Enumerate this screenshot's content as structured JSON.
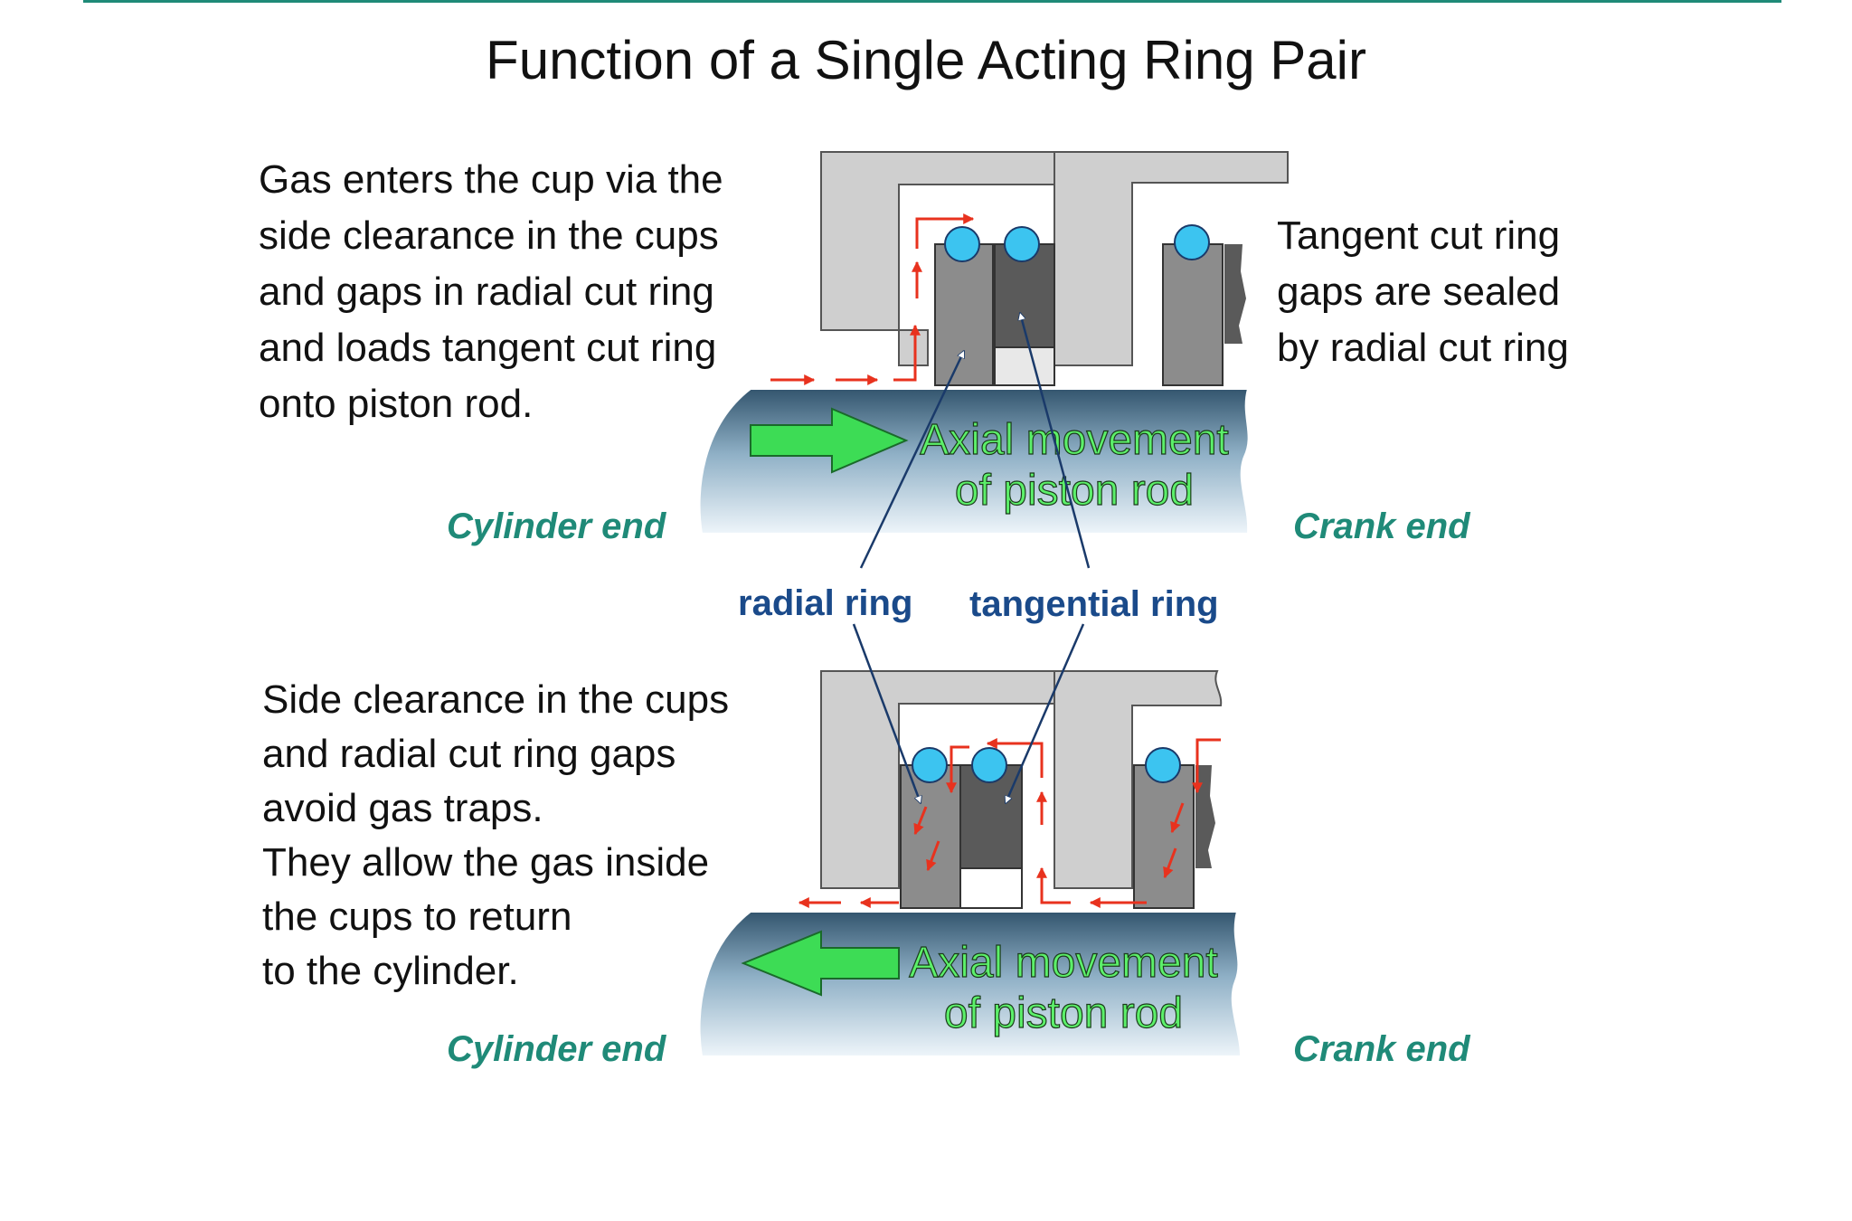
{
  "title": "Function of a Single Acting Ring Pair",
  "top_panel": {
    "description_lines": [
      "Gas enters the cup via the",
      "side clearance in the cups",
      "and gaps in radial cut ring",
      "and loads tangent cut ring",
      "onto piston rod."
    ],
    "note_lines": [
      "Tangent cut ring",
      "gaps are sealed",
      "by radial cut ring"
    ],
    "motion_lines": [
      "Axial movement",
      "of piston rod"
    ],
    "motion_direction": "toward crank end",
    "cylinder_end_label": "Cylinder end",
    "crank_end_label": "Crank end"
  },
  "ring_labels": {
    "radial": "radial ring",
    "tangential": "tangential ring"
  },
  "bottom_panel": {
    "description_lines": [
      "Side clearance in the cups",
      "and radial cut ring gaps",
      "avoid gas traps.",
      "They allow the gas inside",
      "the cups to return",
      "to the cylinder."
    ],
    "motion_lines": [
      "Axial movement",
      "of piston rod"
    ],
    "motion_direction": "toward cylinder end",
    "cylinder_end_label": "Cylinder end",
    "crank_end_label": "Crank end"
  },
  "colors": {
    "accent_teal": "#1f8a78",
    "ring_label_blue": "#1a4a8a",
    "gas_flow_red": "#e8321e",
    "motion_arrow_green": "#3ddc55",
    "garter_spring_blue": "#3cc4f0",
    "cup_gray": "#cfcfcf",
    "radial_ring_gray": "#8c8c8c",
    "tangent_ring_gray": "#5a5a5a"
  },
  "icons": {
    "motion_arrow": "green-block-arrow-icon",
    "gas_flow": "red-flow-arrow-icon",
    "garter_spring": "garter-spring-icon"
  }
}
